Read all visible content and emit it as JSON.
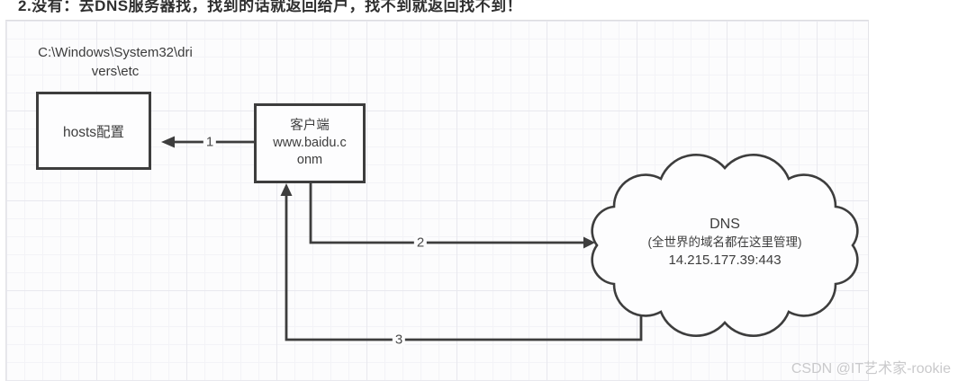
{
  "top_note": "2.没有：去DNS服务器找，找到的话就返回给户，找不到就返回找不到！",
  "diagram": {
    "hosts_path": {
      "line1": "C:\\Windows\\System32\\dri",
      "line2": "vers\\etc"
    },
    "hosts_box": {
      "label": "hosts配置"
    },
    "client_box": {
      "line1": "客户端",
      "line2": "www.baidu.c",
      "line3": "onm"
    },
    "dns_cloud": {
      "title": "DNS",
      "subtitle": "(全世界的域名都在这里管理)",
      "address": "14.215.177.39:443"
    },
    "arrows": [
      {
        "label": "1"
      },
      {
        "label": "2"
      },
      {
        "label": "3"
      }
    ]
  },
  "watermark": "CSDN @IT艺术家-rookie",
  "colors": {
    "stroke": "#3d3d3d",
    "grid_minor": "#f3f3f7",
    "grid_major": "#e8e8ee",
    "watermark": "#c9c9cb"
  }
}
